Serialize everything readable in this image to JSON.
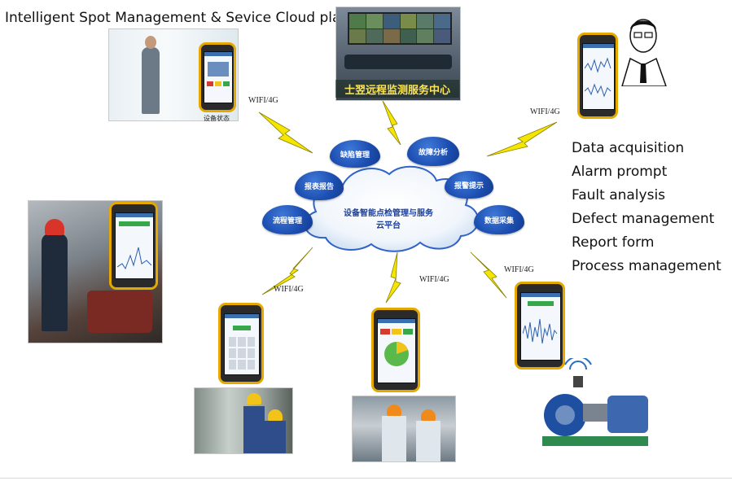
{
  "title": "Intelligent Spot Management & Sevice Cloud platform",
  "control_center_banner": "士翌远程监测服务中心",
  "device_status_caption": "设备状态",
  "wifi_label": "WIFI/4G",
  "cloud": {
    "line1": "设备智能点检管理与服务",
    "line2": "云平台"
  },
  "cloud_badges": {
    "defect": "缺陷管理",
    "fault": "故障分析",
    "report": "报表报告",
    "alarm": "报警提示",
    "process": "流程管理",
    "data": "数据采集"
  },
  "features": [
    "Data acquisition",
    "Alarm prompt",
    "Fault analysis",
    "Defect management",
    "Report form",
    "Process management"
  ],
  "colors": {
    "lightning": "#f5e600",
    "badge_blue": "#1d4fb2",
    "cloud_text": "#1c3f99",
    "phone_frame": "#e5a800"
  }
}
